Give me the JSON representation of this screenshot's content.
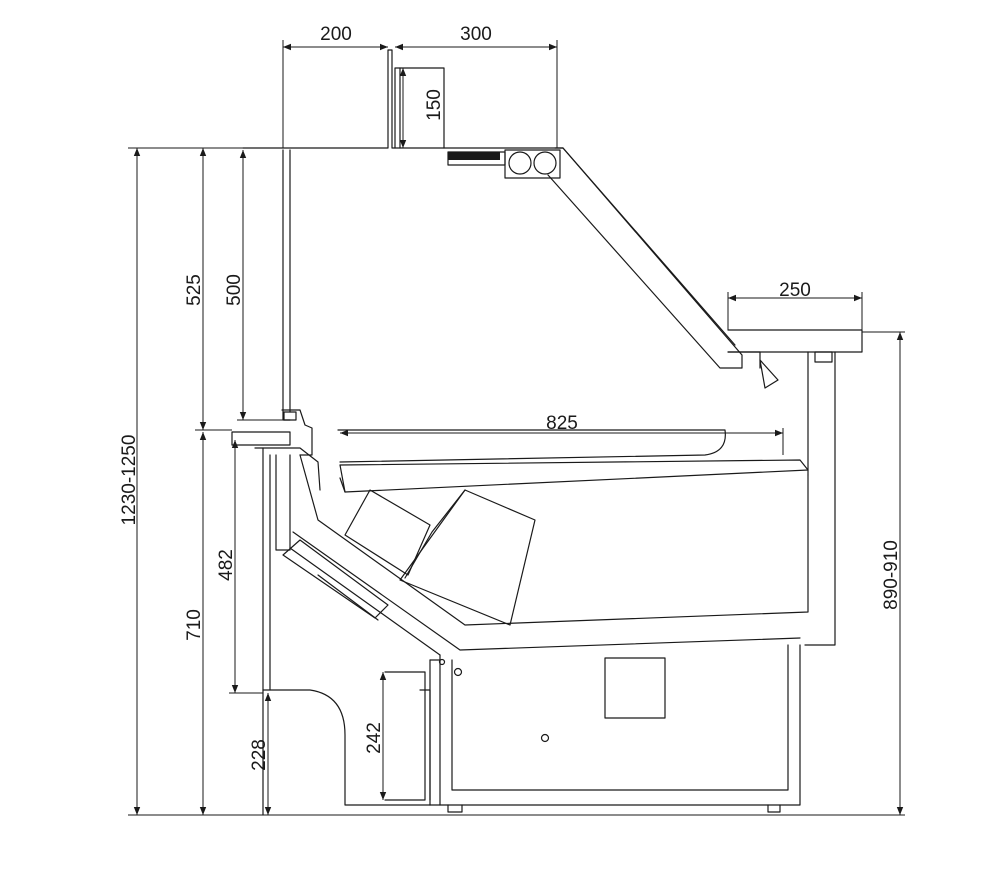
{
  "dimensions": {
    "top_width_left": "200",
    "top_width_right": "300",
    "shelf_height": "150",
    "upper_height": "525",
    "glass_height": "500",
    "total_height": "1230-1250",
    "counter_height": "710",
    "front_height": "482",
    "base_height": "228",
    "plinth_height": "242",
    "display_depth": "825",
    "worktop_depth": "250",
    "rear_height": "890-910"
  },
  "colors": {
    "line": "#1a1a1a",
    "background": "#ffffff"
  }
}
